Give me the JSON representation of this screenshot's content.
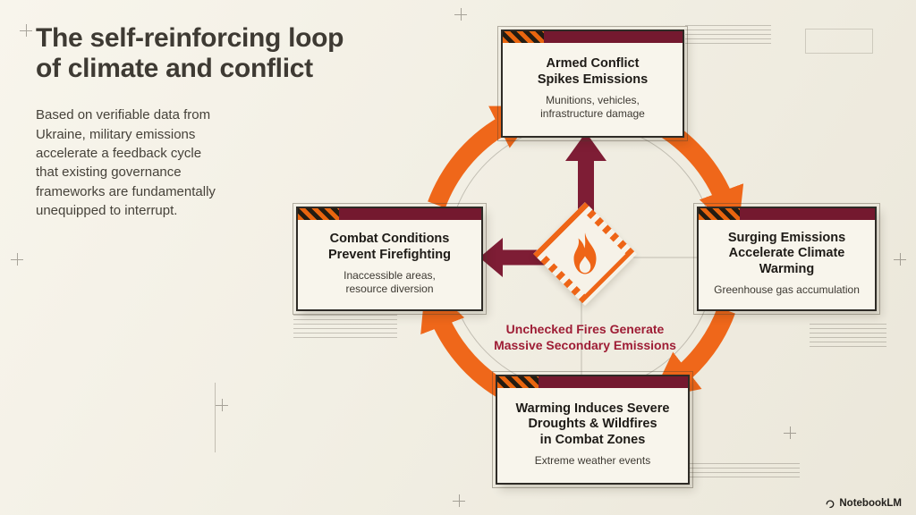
{
  "header": {
    "title": "The self-reinforcing loop\nof climate and conflict",
    "description": "Based on verifiable data from\nUkraine, military emissions\naccelerate a feedback cycle\nthat existing governance\nframeworks are fundamentally\nunequipped to interrupt."
  },
  "diagram": {
    "nodes": [
      {
        "id": "armed-conflict",
        "title": "Armed Conflict\nSpikes Emissions",
        "subtitle": "Munitions, vehicles,\ninfrastructure damage"
      },
      {
        "id": "surging-emissions",
        "title": "Surging Emissions\nAccelerate Climate\nWarming",
        "subtitle": "Greenhouse gas accumulation"
      },
      {
        "id": "warming-droughts",
        "title": "Warming Induces Severe\nDroughts & Wildfires\nin Combat Zones",
        "subtitle": "Extreme weather events"
      },
      {
        "id": "combat-conditions",
        "title": "Combat Conditions\nPrevent Firefighting",
        "subtitle": "Inaccessible areas,\nresource diversion"
      }
    ],
    "center_caption": "Unchecked Fires Generate\nMassive Secondary Emissions",
    "icons": {
      "center": "flame-hazard-icon"
    },
    "colors": {
      "background": "#f2efe4",
      "arrow_orange": "#ef671a",
      "maroon_dark": "#74192f",
      "maroon_text": "#9e1d35",
      "box_border": "#2e2b26"
    }
  },
  "footer": {
    "brand": "NotebookLM"
  }
}
